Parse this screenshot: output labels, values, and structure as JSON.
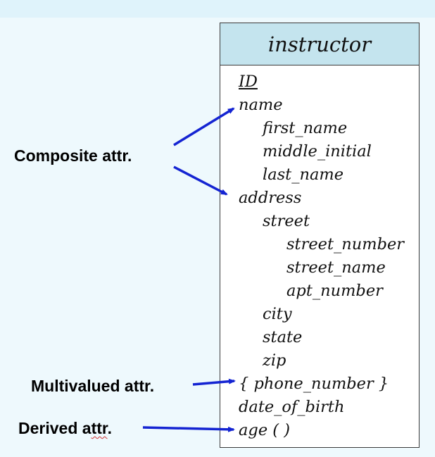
{
  "entity": {
    "name": "instructor",
    "attributes": [
      {
        "text": "ID",
        "level": 0,
        "key": true
      },
      {
        "text": "name",
        "level": 0
      },
      {
        "text": "first_name",
        "level": 1
      },
      {
        "text": "middle_initial",
        "level": 1
      },
      {
        "text": "last_name",
        "level": 1
      },
      {
        "text": "address",
        "level": 0
      },
      {
        "text": "street",
        "level": 1
      },
      {
        "text": "street_number",
        "level": 2
      },
      {
        "text": "street_name",
        "level": 2
      },
      {
        "text": "apt_number",
        "level": 2
      },
      {
        "text": "city",
        "level": 1
      },
      {
        "text": "state",
        "level": 1
      },
      {
        "text": "zip",
        "level": 1
      },
      {
        "text": "{ phone_number }",
        "level": 0
      },
      {
        "text": "date_of_birth",
        "level": 0
      },
      {
        "text": "age ( )",
        "level": 0
      }
    ]
  },
  "labels": {
    "composite": "Composite attr.",
    "multivalued": "Multivalued attr.",
    "derived_prefix": "Derived a",
    "derived_marked": "ttr",
    "derived_suffix": "."
  },
  "colors": {
    "arrow": "#1424d2",
    "header_fill": "#c4e4ee",
    "background": "#eef9fd"
  }
}
